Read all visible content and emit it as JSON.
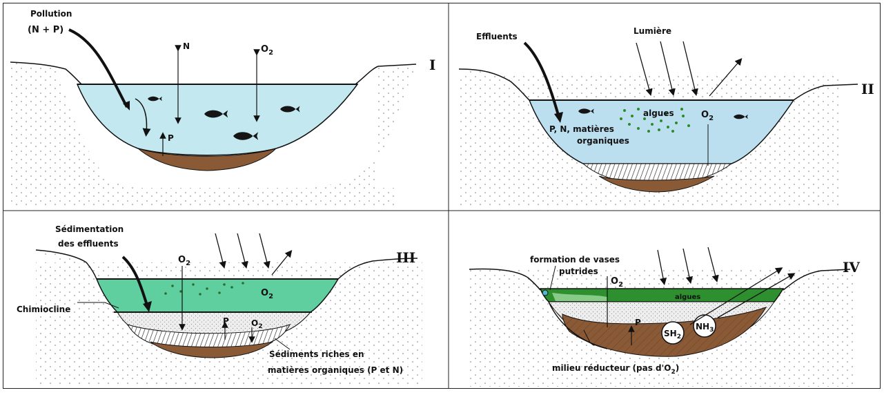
{
  "panels": {
    "p1": {
      "roman": "I",
      "pollution_line1": "Pollution",
      "pollution_line2": "(N + P)",
      "n": "N",
      "o2": "O",
      "o2_sub": "2",
      "p": "P"
    },
    "p2": {
      "roman": "II",
      "effluents": "Effluents",
      "lumiere": "Lumière",
      "algues": "algues",
      "o2": "O",
      "o2_sub": "2",
      "pn_line1": "P, N, matières",
      "pn_line2": "organiques"
    },
    "p3": {
      "roman": "III",
      "sed_line1": "Sédimentation",
      "sed_line2": "des effluents",
      "o2_top": "O",
      "o2_top_sub": "2",
      "o2_mid": "O",
      "o2_mid_sub": "2",
      "chimiocline": "Chimiocline",
      "p": "P",
      "o2_low": "O",
      "o2_low_sub": "2",
      "sediments_line1": "Sédiments riches en",
      "sediments_line2": "matières organiques (P et N)"
    },
    "p4": {
      "roman": "IV",
      "formation_line1": "formation de vases",
      "formation_line2": "putrides",
      "o2": "O",
      "o2_sub": "2",
      "algues": "algues",
      "p": "P",
      "sh2": "SH",
      "sh2_sub": "2",
      "nh3": "NH",
      "nh3_sub": "3",
      "milieu": "milieu réducteur (pas d'O",
      "milieu_sub": "2",
      "milieu_end": ")"
    }
  },
  "colors": {
    "water_light_blue": "#c4e8ef",
    "water_blue_ii": "#bcdff0",
    "water_green": "#5fcfa0",
    "algae_band": "#2e8f2e",
    "sediment_brown": "#8a5a36",
    "sand_grey": "#ececec",
    "algae_dots": "#2c8a2c"
  }
}
